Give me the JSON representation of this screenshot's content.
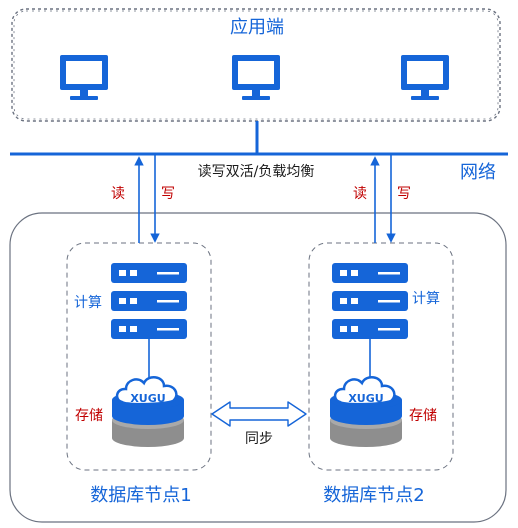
{
  "app_layer": {
    "title": "应用端"
  },
  "network": {
    "label": "网络",
    "balance_label": "读写双活/负载均衡"
  },
  "node1": {
    "title": "数据库节点1",
    "read_label": "读",
    "write_label": "写",
    "compute_label": "计算",
    "storage_label": "存储",
    "db_brand": "XUGU"
  },
  "node2": {
    "title": "数据库节点2",
    "read_label": "读",
    "write_label": "写",
    "compute_label": "计算",
    "storage_label": "存储",
    "db_brand": "XUGU"
  },
  "sync": {
    "label": "同步"
  },
  "colors": {
    "primary_blue": "#1565d8",
    "label_blue": "#1565d8",
    "label_red": "#c00000",
    "db_gray": "#9c9c9c",
    "border_gray": "#6b7280"
  }
}
